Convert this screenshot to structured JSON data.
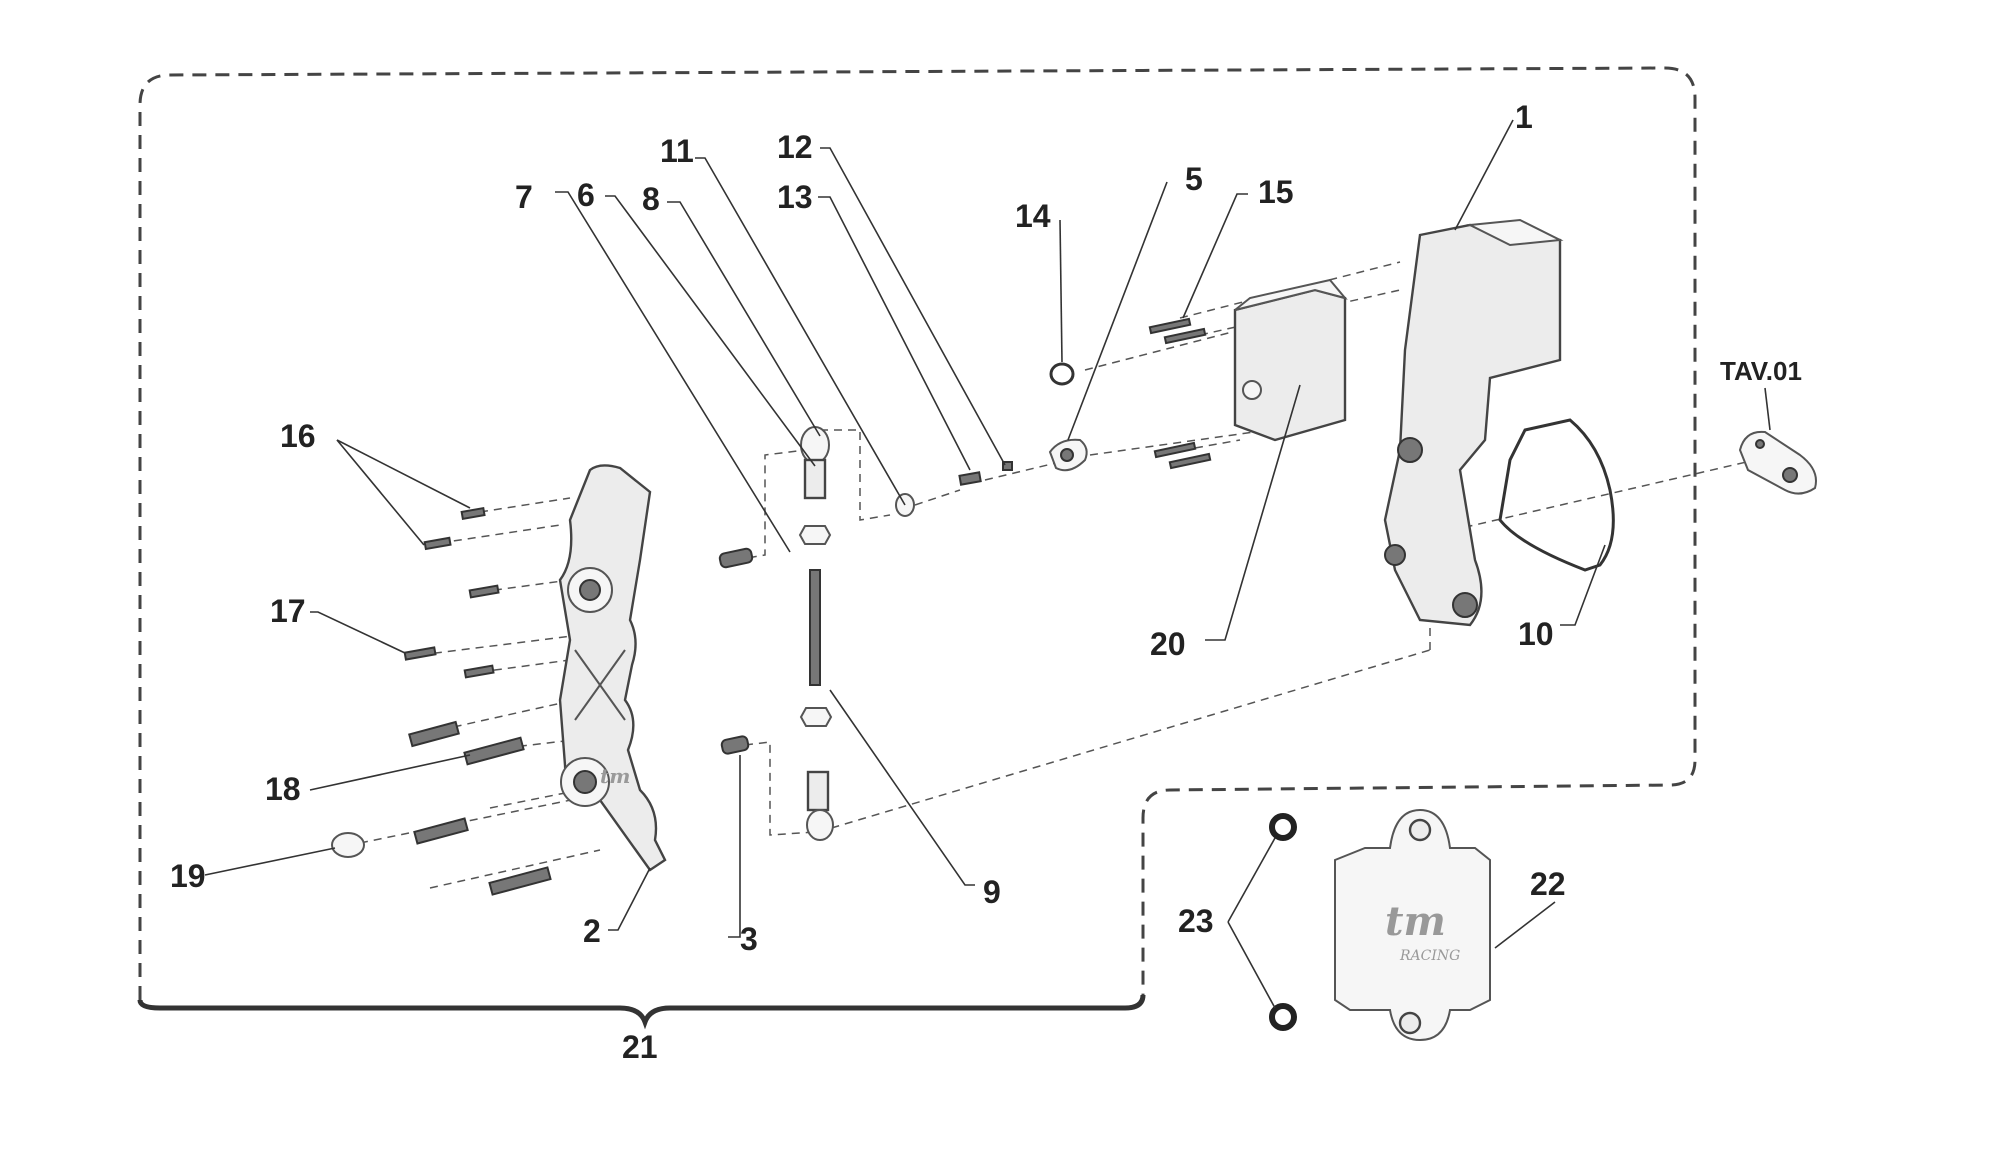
{
  "labels": {
    "l1": "1",
    "l2": "2",
    "l3": "3",
    "l5": "5",
    "l6": "6",
    "l7": "7",
    "l8": "8",
    "l9": "9",
    "l10": "10",
    "l11": "11",
    "l12": "12",
    "l13": "13",
    "l14": "14",
    "l15": "15",
    "l16": "16",
    "l17": "17",
    "l18": "18",
    "l19": "19",
    "l20": "20",
    "l21": "21",
    "l22": "22",
    "l23": "23",
    "ltav": "TAV.01"
  },
  "branding": {
    "logo": "tm",
    "sub": "RACING"
  }
}
